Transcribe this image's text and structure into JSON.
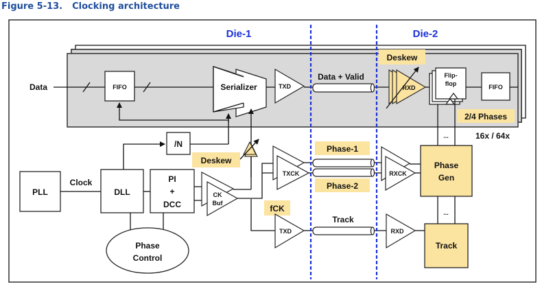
{
  "caption": {
    "number": "Figure 5-13.",
    "title": "Clocking architecture"
  },
  "colors": {
    "caption": "#1f4e9c",
    "die_label": "#1a2fd6",
    "highlight": "#fbe3a0",
    "panel": "#d9d9d9"
  },
  "dies": {
    "die1": "Die-1",
    "die2": "Die-2"
  },
  "data_path": {
    "input_label": "Data",
    "tx_fifo": "FIFO",
    "serializer": "Serializer",
    "txd": "TXD",
    "channel_label": "Data + Valid",
    "rx_deskew": "Deskew",
    "rxd": "RXD",
    "flipflop_line1": "Flip-",
    "flipflop_line2": "flop",
    "rx_fifo": "FIFO",
    "phases": "2/4 Phases",
    "lanes": "16x / 64x"
  },
  "clock_path": {
    "pll": "PLL",
    "clock_label": "Clock",
    "dll": "DLL",
    "divider": "/N",
    "pi_line1": "PI",
    "pi_line2": "+",
    "pi_line3": "DCC",
    "tx_deskew": "Deskew",
    "ckbuf_line1": "CK",
    "ckbuf_line2": "Buf",
    "fck": "fCK",
    "txck": "TXCK",
    "phase1": "Phase-1",
    "phase2": "Phase-2",
    "rxck": "RXCK",
    "phase_gen_line1": "Phase",
    "phase_gen_line2": "Gen",
    "ellipsis_top": "...",
    "ellipsis_bottom": "...",
    "phase_control_line1": "Phase",
    "phase_control_line2": "Control"
  },
  "track_path": {
    "txd": "TXD",
    "channel_label": "Track",
    "rxd": "RXD",
    "track_block": "Track"
  }
}
